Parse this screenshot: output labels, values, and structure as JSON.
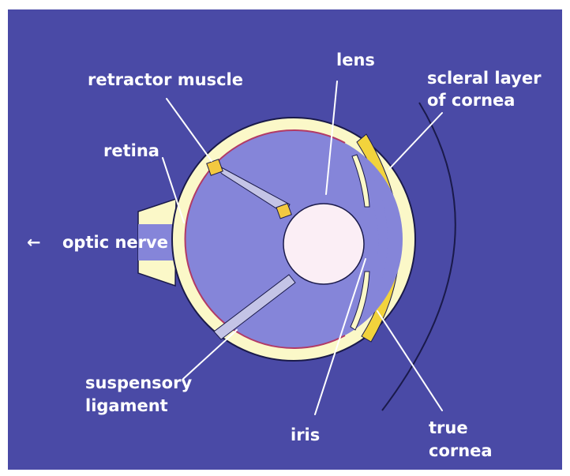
{
  "labels": {
    "lens": "lens",
    "retractor_muscle": "retractor muscle",
    "scleral_line1": "scleral layer",
    "scleral_line2": "of cornea",
    "retina": "retina",
    "optic_nerve": "optic nerve",
    "optic_nerve_arrow": "←",
    "suspensory_line1": "suspensory",
    "suspensory_line2": "ligament",
    "iris": "iris",
    "true_cornea_line1": "true",
    "true_cornea_line2": "cornea"
  },
  "colors": {
    "background": "#4a4aa6",
    "frame": "#ffffff",
    "sclera": "#fbf8c8",
    "vitreous": "#8585d9",
    "lens": "#fbeef5",
    "ligament": "#c4c4e6",
    "cornea": "#f2d33c",
    "muscle": "#f3c940",
    "retina_line": "#b23a66",
    "outline": "#1a1a4a",
    "text": "#ffffff"
  }
}
